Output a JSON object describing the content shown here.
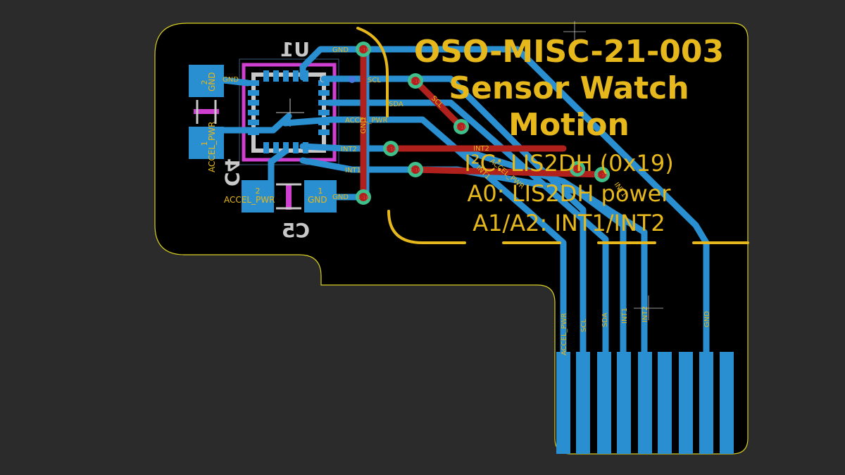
{
  "colors": {
    "background": "#2b2b2b",
    "board_fill": "#000000",
    "edge_cuts": "#d9d020",
    "front_copper": "#b0201c",
    "back_copper": "#2a8fd0",
    "via_ring": "#3fbf8a",
    "silkscreen": "#e6b81c",
    "back_silk": "#c8c8c8",
    "courtyard": "#d040d0"
  },
  "board_title": {
    "line1": "OSO-MISC-21-003",
    "line2": "Sensor Watch",
    "line3": "Motion"
  },
  "info_lines": [
    "I²C: LIS2DH (0x19)",
    "A0: LIS2DH power",
    "A1/A2: INT1/INT2"
  ],
  "refdes": {
    "u1": "U1",
    "c4": "C4",
    "c5": "C5"
  },
  "pad_numbers": {
    "c4_top": "2",
    "c4_bottom": "1",
    "c5_left": "2",
    "c5_right": "1"
  },
  "net_labels": {
    "gnd_top": "GND",
    "scl_top": "SCL",
    "sda_top": "SDA",
    "accel_pwr_top": "ACCEL_PWR",
    "int2_top": "INT2",
    "int1_top": "INT1",
    "gnd_bottom": "GND",
    "u1_gnd": "GND",
    "c4_pad1_net": "ACCEL_PWR",
    "c4_pad2_net": "GND",
    "c5_pad2_net": "ACCEL_PWR",
    "c5_pad1_net": "GND",
    "vertical_gnd": "GND",
    "scl_diag": "SCL",
    "int2_red": "INT2",
    "int1_red": "INT1",
    "accel_pwr_diag": "ACCEL_PWR",
    "int1_diag": "INT1"
  },
  "via_labels": {
    "v1": "1-16",
    "v2": "1-16",
    "v3": "1-16",
    "v4": "1-16",
    "v5": "1-16",
    "v6": "1-16",
    "v7": "1-16",
    "v8": "1-16"
  },
  "finger_labels": [
    "ACCEL_PWR",
    "SCL",
    "SDA",
    "INT1",
    "INT2",
    "GND"
  ]
}
